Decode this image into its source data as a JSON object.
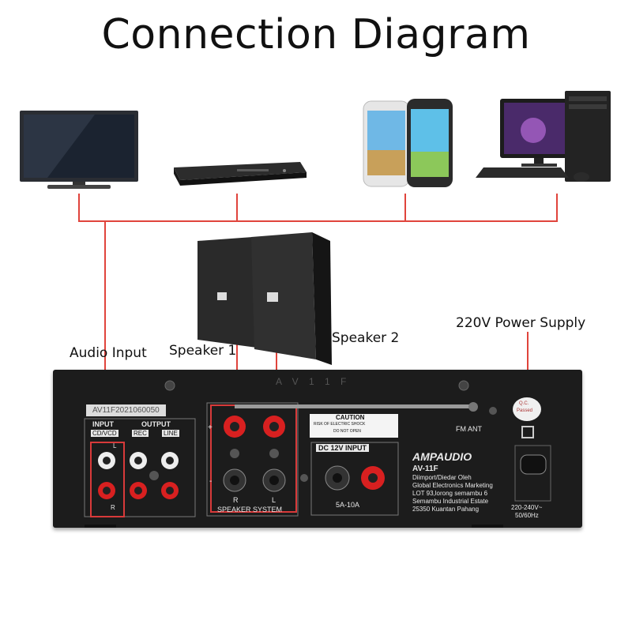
{
  "title": "Connection Diagram",
  "labels": {
    "audio_input": "Audio Input",
    "speaker_1": "Speaker 1",
    "speaker_2": "Speaker 2",
    "power_supply": "220V Power Supply"
  },
  "sources": [
    {
      "name": "tv-icon"
    },
    {
      "name": "dvd-player-icon"
    },
    {
      "name": "smartphones-icon"
    },
    {
      "name": "desktop-computer-icon"
    }
  ],
  "amplifier": {
    "serial": "AV11F2021060050",
    "top_text": "A V 1 1 F",
    "input_header": "INPUT",
    "input_sub": "CD/VCD",
    "output_header": "OUTPUT",
    "output_rec": "REC",
    "output_line": "LINE",
    "left": "L",
    "right": "R",
    "caution_title": "CAUTION",
    "caution_line1": "RISK OF ELECTRIC SHOCK",
    "caution_line2": "DO NOT OPEN",
    "fm_ant": "FM ANT",
    "dc_input": "DC 12V INPUT",
    "dc_rating": "5A-10A",
    "brand": "AMPAUDIO",
    "model": "AV-11F",
    "info_lines": [
      "Diimport/Diedar Oleh",
      "Global Electronics Marketing",
      "LOT 93,lorong semambu 6",
      "Semambu Industrial Estate",
      "25350 Kuantan Pahang"
    ],
    "speaker_system": "SPEAKER SYSTEM",
    "qc": "Q.C.",
    "qc_passed": "Passed",
    "ac_rating_1": "220-240V~",
    "ac_rating_2": "50/60Hz",
    "speaker_r": "R",
    "speaker_l": "L",
    "plus": "+",
    "minus": "-"
  },
  "colors": {
    "wire": "#e0443c",
    "panel": "#1c1c1c",
    "terminal_red": "#d82020",
    "highlight_box": "#d83a3a"
  }
}
